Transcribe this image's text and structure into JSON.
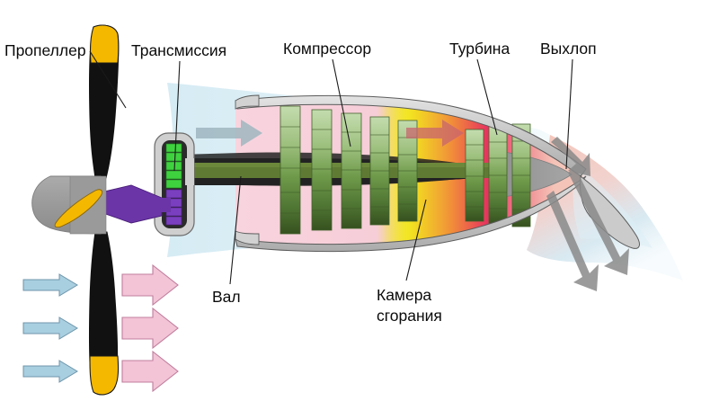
{
  "diagram": {
    "title": "Turboprop engine cutaway diagram",
    "language": "ru",
    "background_color": "#ffffff",
    "labels": {
      "propeller": "Пропеллер",
      "transmission": "Трансмиссия",
      "compressor": "Компрессор",
      "turbine": "Турбина",
      "exhaust": "Выхлоп",
      "shaft": "Вал",
      "combustion_line1": "Камера",
      "combustion_line2": "сгорания"
    },
    "colors": {
      "text": "#0b0b0b",
      "leader_line": "#1a1a1a",
      "propeller_blade": "#111111",
      "propeller_tip": "#f5b800",
      "spinner_gray": "#9a9a9a",
      "spinner_swirl": "#f5b800",
      "drive_shaft_purple": "#6b35a8",
      "gear_green": "#3fd23f",
      "gear_purple": "#7a3fc0",
      "gearbox_case": "#cfcfcf",
      "gearbox_inner": "#2b2b2b",
      "shaft_olive": "#5f7a33",
      "shaft_shadow": "#1c1c1c",
      "nacelle_casing": "#c8c8c8",
      "nacelle_interior_pink": "#f6cdd8",
      "combustion_yellow": "#f2e71d",
      "combustion_orange": "#f08b3a",
      "combustion_red": "#e8335f",
      "exhaust_pink": "#f4c4b8",
      "intake_blue": "#cfe8f2",
      "blade_light": "#b9d4a0",
      "blade_mid": "#6f9a4a",
      "blade_dark": "#3d5a26",
      "inlet_arrow_blue": "#a8cfe0",
      "outlet_arrow_pink": "#f3c3d6",
      "flow_arrow_gray": "#8fa3ab",
      "exhaust_arrow_gray": "#8a8a8a",
      "exhaust_cone_gray": "#9a9a9a"
    },
    "flow_arrows": {
      "inlet_count": 3,
      "inlet_color": "#a8cfe0",
      "outlet_count": 3,
      "outlet_color": "#f3c3d6",
      "exhaust_count": 3,
      "exhaust_color": "#8a8a8a"
    },
    "components": {
      "compressor_stage_count": 5,
      "turbine_stage_count": 3,
      "gear_green_teeth": 8,
      "gear_purple_teeth": 7
    }
  }
}
